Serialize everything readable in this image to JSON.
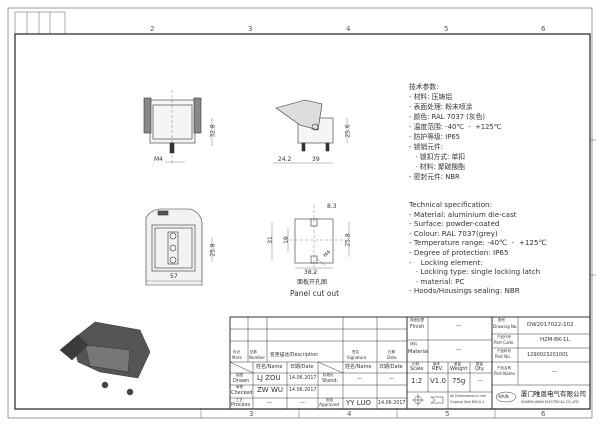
{
  "frame": {
    "column_numbers_top": [
      "2",
      "3",
      "4",
      "5",
      "6"
    ],
    "column_numbers_bottom": [
      "3",
      "4",
      "5",
      "6"
    ]
  },
  "spec_cn": {
    "title": "技术参数:",
    "lines": [
      "- 材料: 压铸铝",
      "- 表面处理: 粉末喷涂",
      "- 颜色: RAL 7037 (灰色)",
      "- 温度范围: -40℃  -  +125℃",
      "- 防护等级: IP65",
      "- 锁销元件:",
      "   · 锁扣方式: 单扣",
      "   · 材料: 聚碳酸酯",
      "- 密封元件: NBR"
    ]
  },
  "spec_en": {
    "title": "Technical specification:",
    "lines": [
      "- Material: aluminium die-cast",
      "- Surface: powder-coated",
      "- Colour: RAL 7037(grey)",
      "- Temperature range: -40℃  -  +125℃",
      "- Degree of protection: IP65",
      "-    Locking element:",
      "   · Locking type: single locking latch",
      "   · material: PC",
      "- Hoods/Housings sealing: NBR"
    ]
  },
  "dims": {
    "front_height": "32.8",
    "thread": "M4",
    "side_offset": "24.2",
    "side_width": "39",
    "side_height": "25.6",
    "bottom_inner": "25.8",
    "bottom_width": "57",
    "cut_slot": "8.3",
    "cut_height": "31",
    "cut_inner": "19",
    "cut_pitch": "25.8",
    "cut_width": "38.2",
    "cut_thread": "M4"
  },
  "panel_cut": {
    "label_cn": "面板开孔图",
    "label_en": "Panel cut out"
  },
  "title_block": {
    "finish_label_cn": "表面处理",
    "finish_label": "Finish",
    "finish_value": "—",
    "material_label_cn": "材料",
    "material_label": "Material",
    "material_value": "—",
    "mark_cn": "标记",
    "mark": "Mark",
    "number_cn": "处数",
    "number": "Number",
    "description": "变更描述/Description",
    "signature_cn": "签名",
    "signature": "Signature",
    "date_cn": "日期",
    "date": "Date",
    "name_hdr": "姓名/Name",
    "date_hdr": "日期/Date",
    "name_hdr2": "姓名/Name",
    "date_hdr2": "日期/Date",
    "drawn_cn": "绘图",
    "drawn": "Drawn",
    "drawn_name": "LJ ZOU",
    "drawn_date": "14.06.2017",
    "checked_cn": "审核",
    "checked": "Checked",
    "checked_name": "ZW WU",
    "checked_date": "14.06.2017",
    "process_cn": "工艺",
    "process": "Process",
    "process_name": "—",
    "process_date": "—",
    "stand_cn": "标准化",
    "stand": "Stand.",
    "stand_name": "—",
    "stand_date": "—",
    "approved_cn": "批准",
    "approved": "Approved",
    "approved_name": "YY LUO",
    "approved_date": "14.06.2017",
    "scale_cn": "比例",
    "scale": "Scale",
    "rev_cn": "版本",
    "rev": "REV.",
    "weight_cn": "重量",
    "weight": "Weight",
    "qty_cn": "数量",
    "qty": "Qty.",
    "scale_value": "1:2",
    "rev_value": "V1.0",
    "weight_value": "75g",
    "qty_value": "—",
    "dimensions_note_1": "All Dimensions in mm",
    "dimensions_note_2": "Original Size DIN A 4",
    "drawing_no_cn": "图号",
    "drawing_no_label": "Drawing No.",
    "drawing_no": "DW2017022-102",
    "part_code_cn": "产品代号",
    "part_code_label": "Part Code",
    "part_code": "H2M-BK-1L",
    "part_no_cn": "产品料号",
    "part_no_label": "Part No.",
    "part_no": "1290023201001",
    "part_name_cn": "产品名称",
    "part_name_label": "Part Name",
    "part_name": "—",
    "company_cn": "厦门唯恩电气有限公司",
    "company_en": "XIAMEN WAIN ELECTRICAL CO.,LTD",
    "logo_text": "WAIN"
  },
  "colors": {
    "line": "#333333",
    "housing": "#4a4a4a"
  }
}
